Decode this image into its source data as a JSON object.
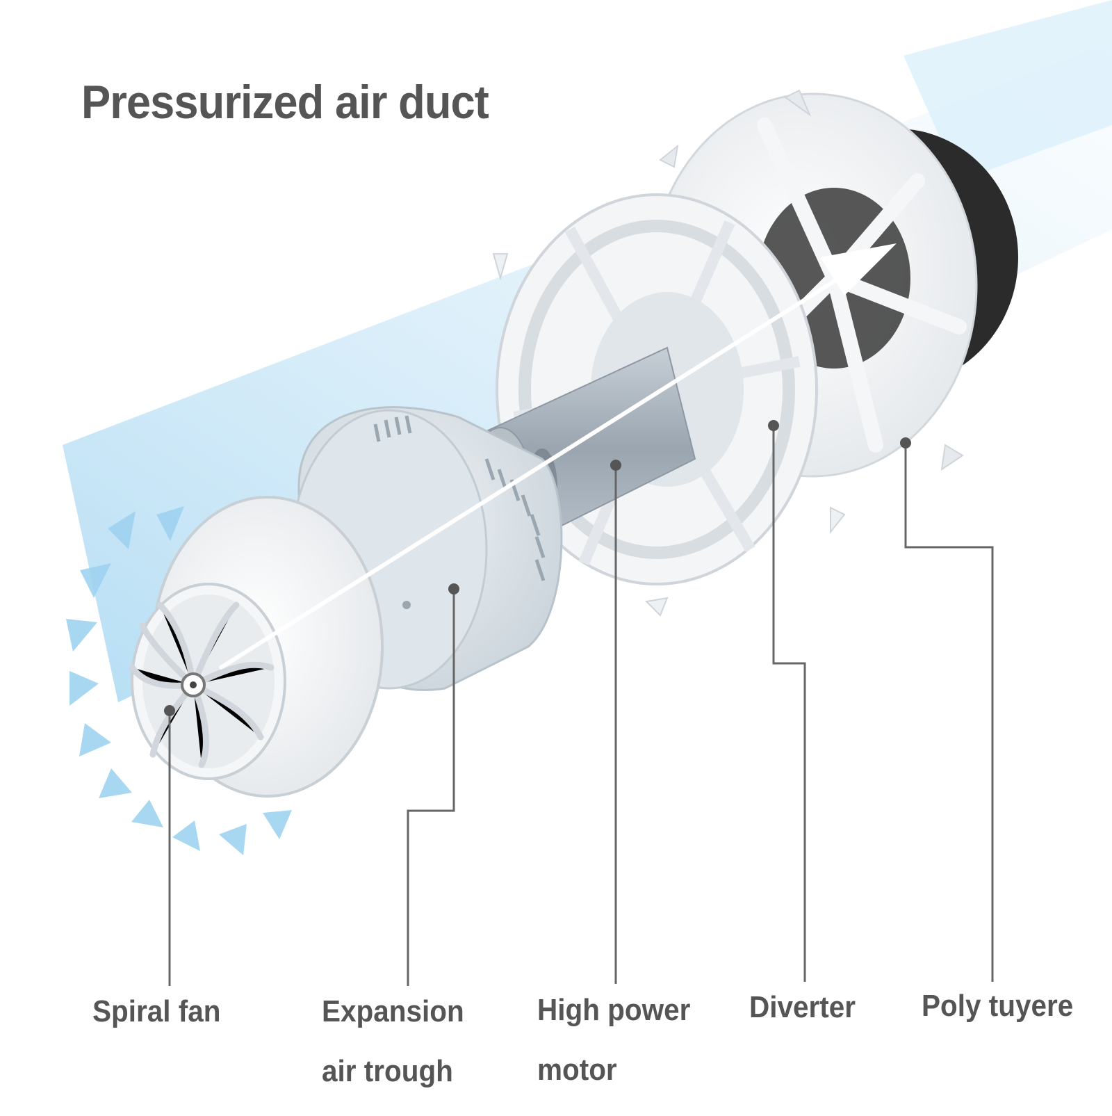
{
  "title": "Pressurized air duct",
  "colors": {
    "text": "#555555",
    "leader": "#666666",
    "part": "#e9ecef",
    "motor": "#a8b2bc",
    "airflow": "#a9d8f2",
    "nozzle_dark": "#2b2b2b"
  },
  "parts": [
    {
      "id": "spiral-fan",
      "lines": [
        "Spiral fan"
      ]
    },
    {
      "id": "expansion-air-trough",
      "lines": [
        "Expansion",
        "air trough"
      ]
    },
    {
      "id": "high-power-motor",
      "lines": [
        "High power",
        "motor"
      ]
    },
    {
      "id": "diverter",
      "lines": [
        "Diverter"
      ]
    },
    {
      "id": "poly-tuyere",
      "lines": [
        "Poly tuyere"
      ]
    }
  ]
}
